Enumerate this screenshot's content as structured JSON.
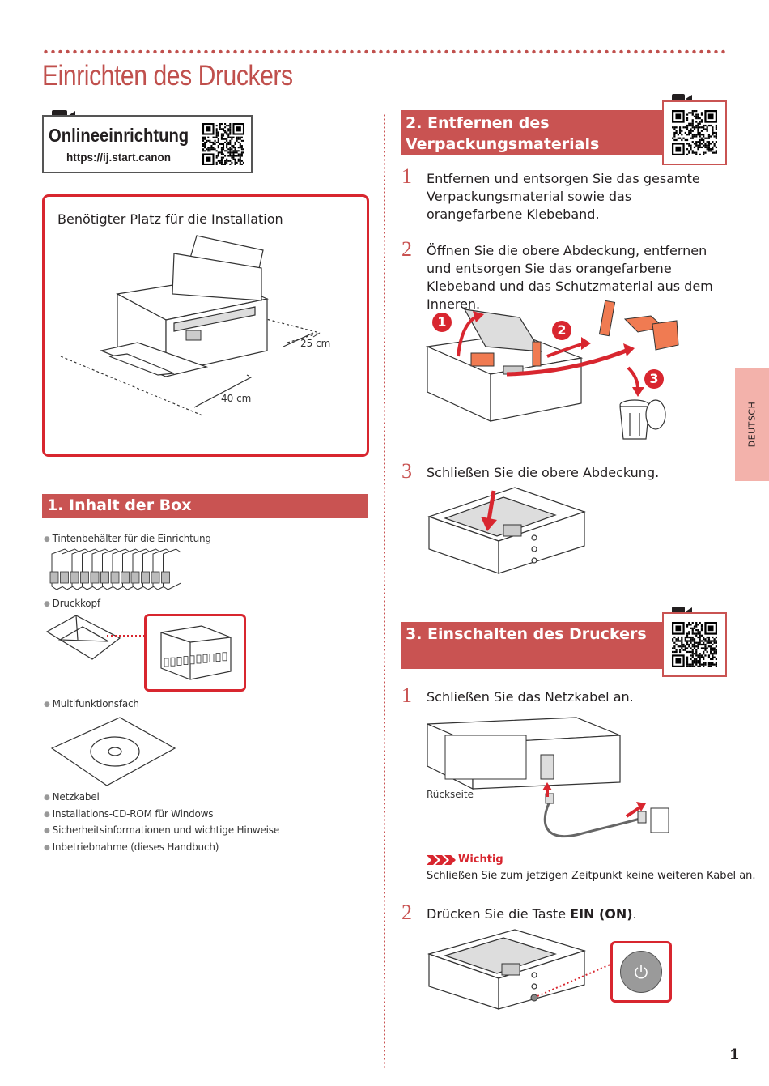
{
  "page": {
    "title": "Einrichten des Druckers",
    "side_tab": "DEUTSCH",
    "page_number": "1"
  },
  "online": {
    "title": "Onlineeinrichtung",
    "url": "https://ij.start.canon"
  },
  "space": {
    "title": "Benötigter Platz für die Installation",
    "dim_side": "25 cm",
    "dim_front": "40 cm"
  },
  "box": {
    "heading": "1. Inhalt der Box",
    "items": [
      "Tintenbehälter für die Einrichtung",
      "Druckkopf",
      "Multifunktionsfach",
      "Netzkabel",
      "Installations-CD-ROM für Windows",
      "Sicherheitsinformationen und wichtige Hinweise",
      "Inbetriebnahme (dieses Handbuch)"
    ]
  },
  "packaging": {
    "heading": "2. Entfernen des Verpackungsmaterials",
    "steps": [
      {
        "num": "1",
        "text": "Entfernen und entsorgen Sie das gesamte Verpackungsmaterial sowie das orangefarbene Klebeband."
      },
      {
        "num": "2",
        "text": "Öffnen Sie die obere Abdeckung, entfernen und entsorgen Sie das orangefarbene Klebeband und das Schutzmaterial aus dem Inneren."
      },
      {
        "num": "3",
        "text": "Schließen Sie die obere Abdeckung."
      }
    ],
    "callouts": [
      "1",
      "2",
      "3"
    ]
  },
  "power": {
    "heading": "3. Einschalten des Druckers",
    "step1_num": "1",
    "step1_text": "Schließen Sie das Netzkabel an.",
    "rear_label": "Rückseite",
    "important_label": "Wichtig",
    "important_text": "Schließen Sie zum jetzigen Zeitpunkt keine weiteren Kabel an.",
    "step2_num": "2",
    "step2_prefix": "Drücken Sie die Taste ",
    "step2_bold": "EIN (ON)",
    "step2_suffix": "."
  },
  "icons": {
    "video": "video-camera-icon",
    "qr": "qr-code-icon",
    "power": "power-icon",
    "arrows": "triple-chevron-icon"
  },
  "colors": {
    "accent": "#c95352",
    "frame_red": "#d8262f",
    "side_tab": "#f3b2ab",
    "orange": "#f07b52"
  }
}
